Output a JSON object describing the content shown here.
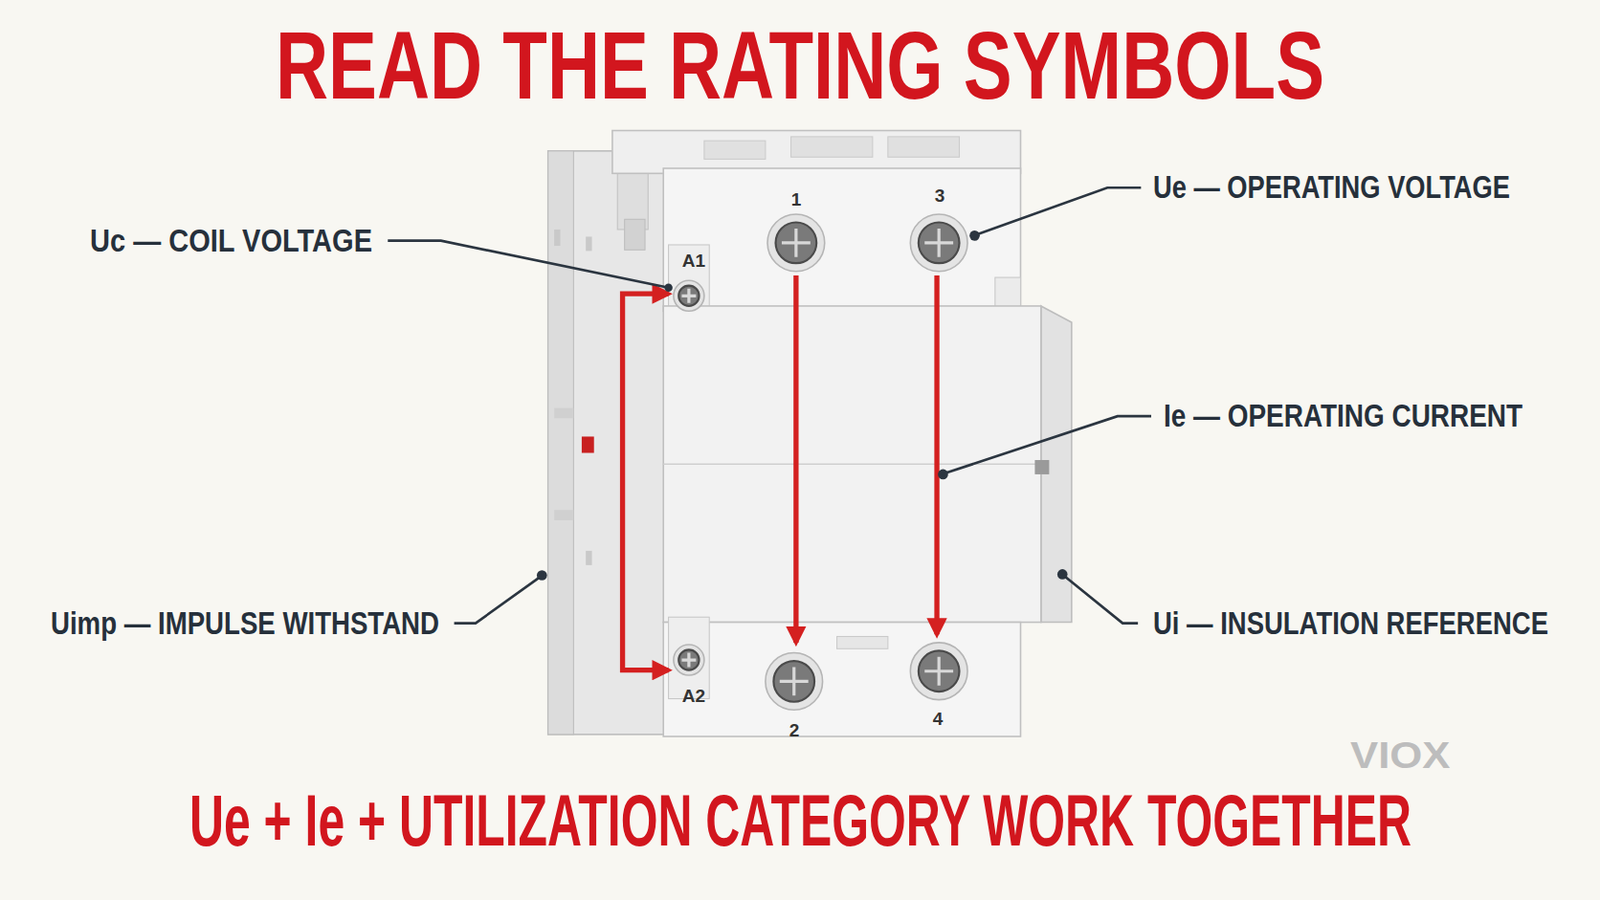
{
  "diagram": {
    "title": "READ THE RATING SYMBOLS",
    "caption": "Ue + Ie + UTILIZATION CATEGORY WORK TOGETHER",
    "labels": [
      "Uc — COIL VOLTAGE",
      "Ue — OPERATING VOLTAGE",
      "Ie — OPERATING CURRENT",
      "Uimp — IMPULSE WITHSTAND",
      "Ui — INSULATION REFERENCE",
      "1",
      "3",
      "A1",
      "A2",
      "2",
      "4",
      "VIOX"
    ]
  }
}
